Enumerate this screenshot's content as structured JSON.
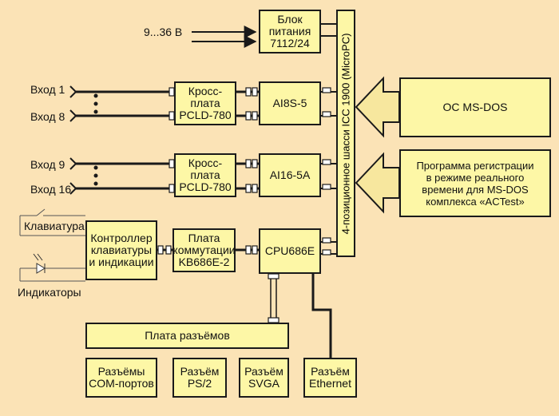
{
  "voltage": "9...36 В",
  "inputs": {
    "in1": "Вход 1",
    "in8": "Вход 8",
    "in9": "Вход 9",
    "in16": "Вход 16"
  },
  "keyboard": "Клавиатура",
  "indicators": "Индикаторы",
  "boxes": {
    "power": "Блок\nпитания\n7112/24",
    "cross1": "Кросс-плата\nPCLD-780",
    "cross2": "Кросс-плата\nPCLD-780",
    "ai8": "AI8S-5",
    "ai16": "AI16-5A",
    "chassis": "4-позиционное шасси ICC 1900 (MicroPC)",
    "os": "ОС MS-DOS",
    "program": "Программа регистрации\nв режиме реального\nвремени для MS-DOS\nкомплекса «ACTest»",
    "controller": "Контроллер\nклавиатуры\nи индикации",
    "commboard": "Плата\nкоммутации\nKB686E-2",
    "cpu": "CPU686E",
    "connectors": "Плата разъёмов",
    "com": "Разъёмы\nCOM-портов",
    "ps2": "Разъём\nPS/2",
    "svga": "Разъём\nSVGA",
    "ethernet": "Разъём\nEthernet"
  },
  "colors": {
    "background": "#fbe3b6",
    "box": "#fdf7a6",
    "arrow": "#f7e79e",
    "line": "#1a1a1a"
  }
}
